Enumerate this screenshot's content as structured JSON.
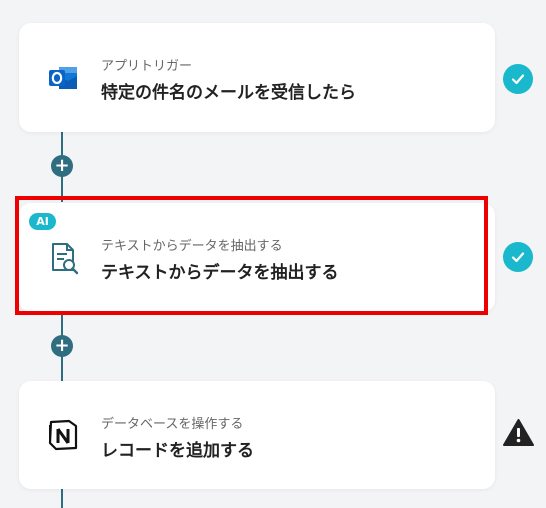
{
  "steps": [
    {
      "subtitle": "アプリトリガー",
      "title": "特定の件名のメールを受信したら",
      "icon": "outlook-icon",
      "status": "success"
    },
    {
      "badge": "AI",
      "subtitle": "テキストからデータを抽出する",
      "title": "テキストからデータを抽出する",
      "icon": "document-search-icon",
      "status": "success"
    },
    {
      "subtitle": "データベースを操作する",
      "title": "レコードを追加する",
      "icon": "notion-icon",
      "status": "warning"
    }
  ],
  "add_step_label": "+",
  "colors": {
    "accent": "#1ab8cc",
    "connector": "#2f6d80",
    "highlight": "#ee0000",
    "background": "#f3f4f6",
    "outlook_blue": "#0a64c8"
  }
}
